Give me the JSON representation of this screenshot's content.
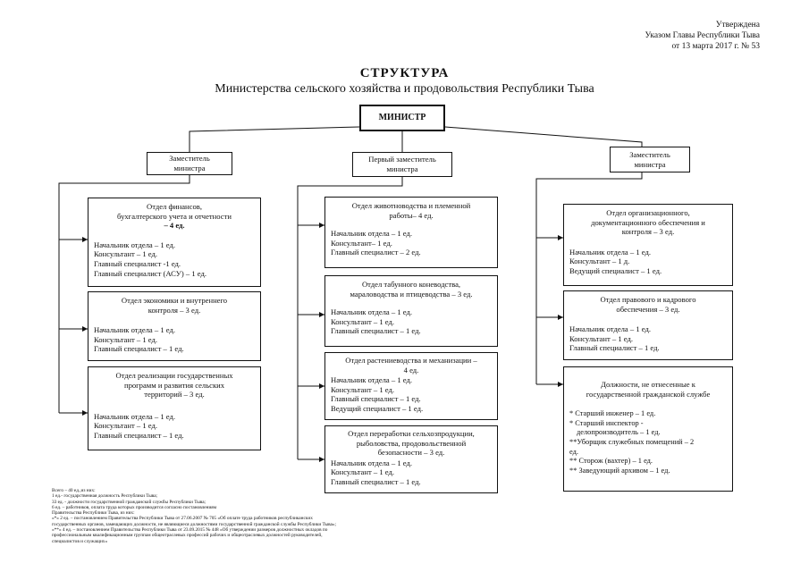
{
  "approval": {
    "line1": "Утверждена",
    "line2": "Указом Главы Республики Тыва",
    "line3": "от 13 марта 2017 г. № 53"
  },
  "title": "СТРУКТУРА",
  "subtitle": "Министерства сельского хозяйства и продовольствия Республики Тыва",
  "minister": "МИНИСТР",
  "deputies": [
    {
      "line1": "Заместитель",
      "line2": "министра"
    },
    {
      "line1": "Первый заместитель",
      "line2": "министра"
    },
    {
      "line1": "Заместитель",
      "line2": "министра"
    }
  ],
  "left_departments": [
    {
      "title": [
        "Отдел финансов,",
        "бухгалтерского учета и отчетности",
        "– 4 ед."
      ],
      "staff": [
        "Начальник отдела – 1 ед.",
        "Консультант – 1 ед.",
        "Главный специалист -1 ед.",
        "Главный специалист (АСУ) – 1 ед."
      ]
    },
    {
      "title": [
        "Отдел экономики и внутреннего",
        "контроля – 3 ед."
      ],
      "staff": [
        "Начальник отдела – 1 ед.",
        "Консультант – 1 ед.",
        "Главный специалист – 1 ед."
      ]
    },
    {
      "title": [
        "Отдел реализации государственных",
        "программ и развития сельских",
        "территорий – 3 ед."
      ],
      "staff": [
        "Начальник отдела – 1 ед.",
        "Консультант – 1 ед.",
        "Главный специалист – 1 ед."
      ]
    }
  ],
  "center_departments": [
    {
      "title": [
        "Отдел животноводства и племенной",
        "работы– 4 ед."
      ],
      "staff": [
        "Начальник отдела – 1 ед.",
        "Консультант– 1 ед.",
        "Главный специалист – 2 ед."
      ]
    },
    {
      "title": [
        "Отдел табунного коневодства,",
        "мараловодства и птицеводства – 3 ед."
      ],
      "staff": [
        "Начальник отдела – 1 ед.",
        "Консультант – 1 ед.",
        "Главный специалист – 1 ед."
      ]
    },
    {
      "title": [
        "Отдел растениеводства и механизации –",
        "4 ед."
      ],
      "staff": [
        "Начальник отдела – 1 ед.",
        "Консультант – 1 ед.",
        "Главный специалист – 1 ед.",
        "Ведущий специалист – 1 ед."
      ]
    },
    {
      "title": [
        "Отдел переработки сельхозпродукции,",
        "рыболовства, продовольственной",
        "безопасности – 3 ед."
      ],
      "staff": [
        "Начальник отдела – 1 ед.",
        "Консультант – 1 ед.",
        "Главный специалист – 1 ед."
      ]
    }
  ],
  "right_departments": [
    {
      "title": [
        "Отдел организационного,",
        "документационного обеспечения и",
        "контроля – 3 ед."
      ],
      "staff": [
        "Начальник отдела – 1 ед.",
        "Консультант – 1 д.",
        "Ведущий специалист – 1 ед."
      ]
    },
    {
      "title": [
        "Отдел правового и кадрового",
        "обеспечения – 3 ед."
      ],
      "staff": [
        "Начальник отдела – 1 ед.",
        "Консультант – 1 ед.",
        "Главный специалист – 1 ед."
      ]
    },
    {
      "title": [
        "Должности, не отнесенные к",
        "государственной гражданской службе"
      ],
      "staff": [
        "* Старший инженер – 1 ед.",
        "* Старший инспектор -",
        "  делопроизводитель – 1 ед.",
        "**Уборщик служебных помещений – 2",
        "ед.",
        "** Сторож (вахтер) – 1 ед.",
        "** Заведующий архивом – 1 ед."
      ]
    }
  ],
  "footnotes": [
    "Всего – 40 ед.,из них:",
    "1 ед.- государственная должность Республики Тыва;",
    "33 ед. - должности государственной гражданской службы Республики Тыва;",
    "6 ед. – работников, оплата труда которых производится согласно постановлениям",
    "Правительства Республики Тыва, из них:",
    "«*» 2 ед. – постановлением Правительства Республики Тыва от 27.06.2007 № 705 «Об оплате труда работников республиканских",
    "государственных органов, замещающих должности, не являющиеся должностями государственной гражданской службы Республики Тыва»;",
    "«**» 4 ед. – постановлением Правительства Республики Тыва от 23.09.2015 № 448 «Об утверждении размеров должностных окладов по",
    " профессиональным квалификационным группам общеотраслевых профессий рабочих и общеотраслевых должностей руководителей,",
    "специалистов и служащих»"
  ]
}
